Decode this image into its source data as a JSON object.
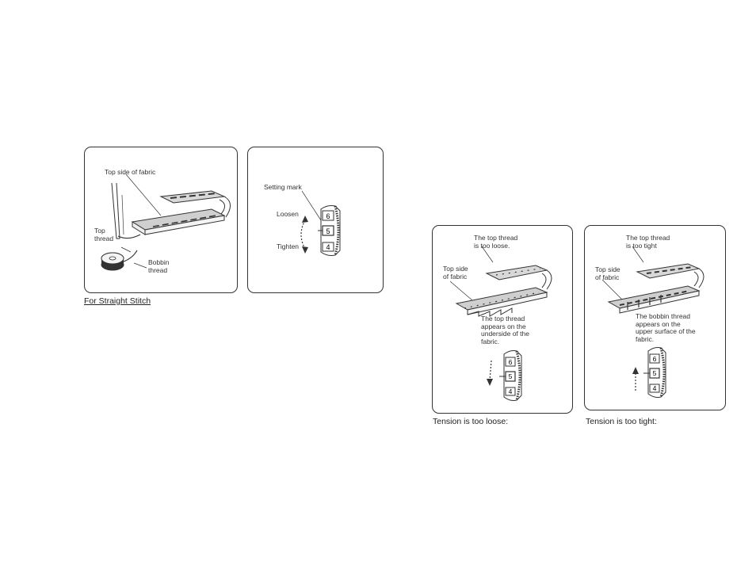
{
  "straight_stitch": {
    "caption": "For Straight Stitch",
    "label_top_side": "Top side of fabric",
    "label_top_thread": "Top\nthread",
    "label_bobbin_thread": "Bobbin\nthread"
  },
  "dial_panel": {
    "label_setting_mark": "Setting mark",
    "label_loosen": "Loosen",
    "label_tighten": "Tighten",
    "dial_numbers": [
      "6",
      "5",
      "4"
    ]
  },
  "too_loose": {
    "heading": "The top thread\nis too loose.",
    "label_top_side": "Top side\nof fabric",
    "description": "The top thread\nappears on the\nunderside of the\nfabric.",
    "caption": "Tension is too loose:",
    "dial_numbers": [
      "6",
      "5",
      "4"
    ]
  },
  "too_tight": {
    "heading": "The top thread\nis too tight",
    "label_top_side": "Top side\nof fabric",
    "description": "The bobbin thread\nappears on the\nupper surface of the\nfabric.",
    "caption": "Tension is too tight:",
    "dial_numbers": [
      "6",
      "5",
      "4"
    ]
  }
}
